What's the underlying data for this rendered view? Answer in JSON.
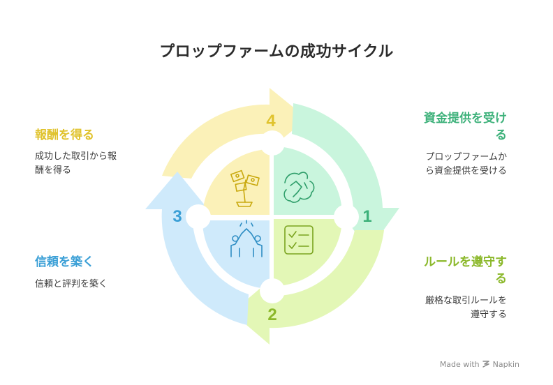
{
  "title": "プロップファームの成功サイクル",
  "steps": [
    {
      "number": "1",
      "title": "資金提供を受ける",
      "desc": "プロップファームから資金提供を受ける",
      "color": "#3db17a",
      "fill": "#c9f5dd",
      "icon": "handshake-icon"
    },
    {
      "number": "2",
      "title": "ルールを遵守する",
      "desc": "厳格な取引ルールを遵守する",
      "color": "#8bb82a",
      "fill": "#e3f7b6",
      "icon": "checklist-icon"
    },
    {
      "number": "3",
      "title": "信頼を築く",
      "desc": "信頼と評判を築く",
      "color": "#3a9fd6",
      "fill": "#cfeafb",
      "icon": "high-five-icon"
    },
    {
      "number": "4",
      "title": "報酬を得る",
      "desc": "成功した取引から報酬を得る",
      "color": "#e0c32e",
      "fill": "#fbf1b8",
      "icon": "money-plant-icon"
    }
  ],
  "labels": {
    "s1_title_a": "資金提供を受け",
    "s1_title_b": "る",
    "s1_desc_a": "プロップファームか",
    "s1_desc_b": "ら資金提供を受ける",
    "s2_title_a": "ルールを遵守す",
    "s2_title_b": "る",
    "s2_desc_a": "厳格な取引ルールを",
    "s2_desc_b": "遵守する",
    "s3_desc": "信頼と評判を築く",
    "s4_desc_a": "成功した取引から報",
    "s4_desc_b": "酬を得る"
  },
  "footer": {
    "made_with": "Made with",
    "brand": "Napkin"
  }
}
